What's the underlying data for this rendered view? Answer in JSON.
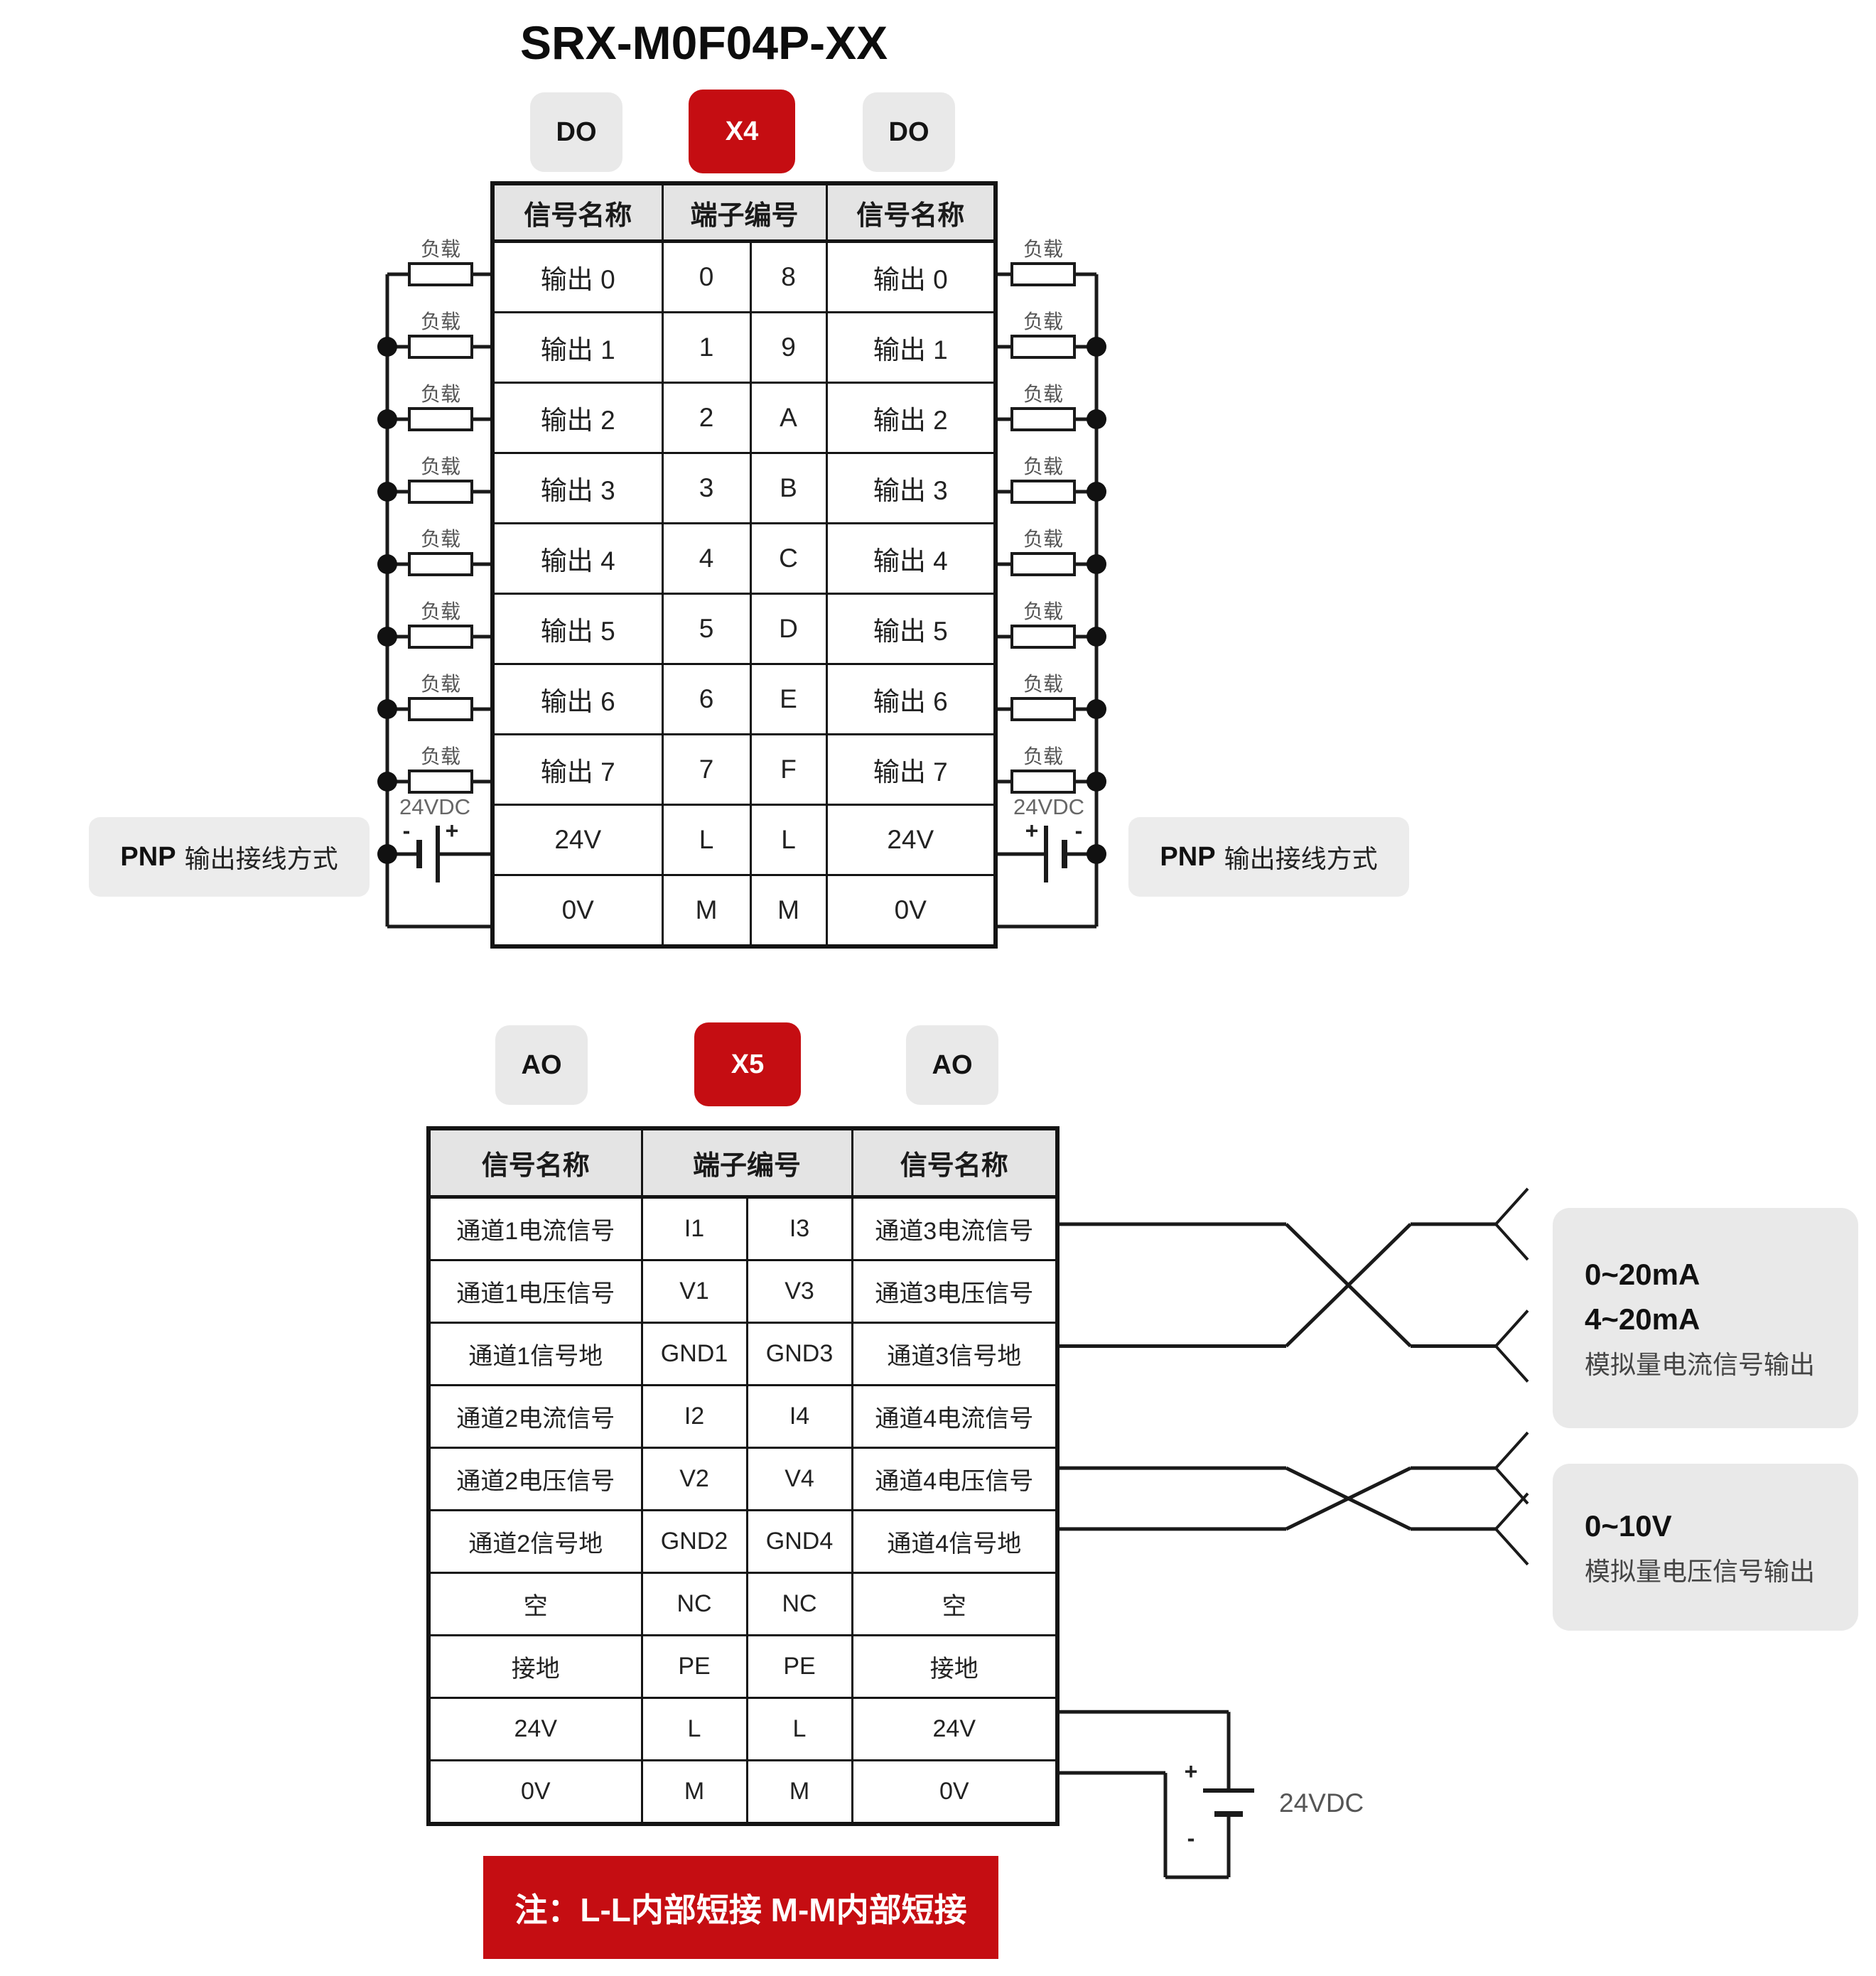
{
  "title": "SRX-M0F04P-XX",
  "colors": {
    "accent_red": "#c50d12",
    "badge_gray": "#e9e9e9",
    "header_gray": "#e4e4e4",
    "line_black": "#1a1a1a"
  },
  "labels": {
    "load": "负载",
    "psu": "24VDC",
    "plus": "+",
    "minus": "-"
  },
  "top_section": {
    "badges": [
      {
        "label": "DO",
        "variant": "gray"
      },
      {
        "label": "X4",
        "variant": "red"
      },
      {
        "label": "DO",
        "variant": "gray"
      }
    ],
    "pnp": {
      "bold": "PNP",
      "rest": " 输出接线方式"
    },
    "loads_per_side": 8,
    "table": {
      "headers": [
        "信号名称",
        "端子编号",
        "信号名称"
      ],
      "rows": [
        [
          "输出 0",
          "0",
          "8",
          "输出 0"
        ],
        [
          "输出 1",
          "1",
          "9",
          "输出 1"
        ],
        [
          "输出 2",
          "2",
          "A",
          "输出 2"
        ],
        [
          "输出 3",
          "3",
          "B",
          "输出 3"
        ],
        [
          "输出 4",
          "4",
          "C",
          "输出 4"
        ],
        [
          "输出 5",
          "5",
          "D",
          "输出 5"
        ],
        [
          "输出 6",
          "6",
          "E",
          "输出 6"
        ],
        [
          "输出 7",
          "7",
          "F",
          "输出 7"
        ],
        [
          "24V",
          "L",
          "L",
          "24V"
        ],
        [
          "0V",
          "M",
          "M",
          "0V"
        ]
      ]
    }
  },
  "bottom_section": {
    "badges": [
      {
        "label": "AO",
        "variant": "gray"
      },
      {
        "label": "X5",
        "variant": "red"
      },
      {
        "label": "AO",
        "variant": "gray"
      }
    ],
    "table": {
      "headers": [
        "信号名称",
        "端子编号",
        "信号名称"
      ],
      "rows": [
        [
          "通道1电流信号",
          "I1",
          "I3",
          "通道3电流信号"
        ],
        [
          "通道1电压信号",
          "V1",
          "V3",
          "通道3电压信号"
        ],
        [
          "通道1信号地",
          "GND1",
          "GND3",
          "通道3信号地"
        ],
        [
          "通道2电流信号",
          "I2",
          "I4",
          "通道4电流信号"
        ],
        [
          "通道2电压信号",
          "V2",
          "V4",
          "通道4电压信号"
        ],
        [
          "通道2信号地",
          "GND2",
          "GND4",
          "通道4信号地"
        ],
        [
          "空",
          "NC",
          "NC",
          "空"
        ],
        [
          "接地",
          "PE",
          "PE",
          "接地"
        ],
        [
          "24V",
          "L",
          "L",
          "24V"
        ],
        [
          "0V",
          "M",
          "M",
          "0V"
        ]
      ]
    },
    "annotations": [
      {
        "values": [
          "0~20mA",
          "4~20mA"
        ],
        "desc": "模拟量电流信号输出"
      },
      {
        "values": [
          "0~10V"
        ],
        "desc": "模拟量电压信号输出"
      }
    ],
    "note": "注：L-L内部短接  M-M内部短接"
  }
}
